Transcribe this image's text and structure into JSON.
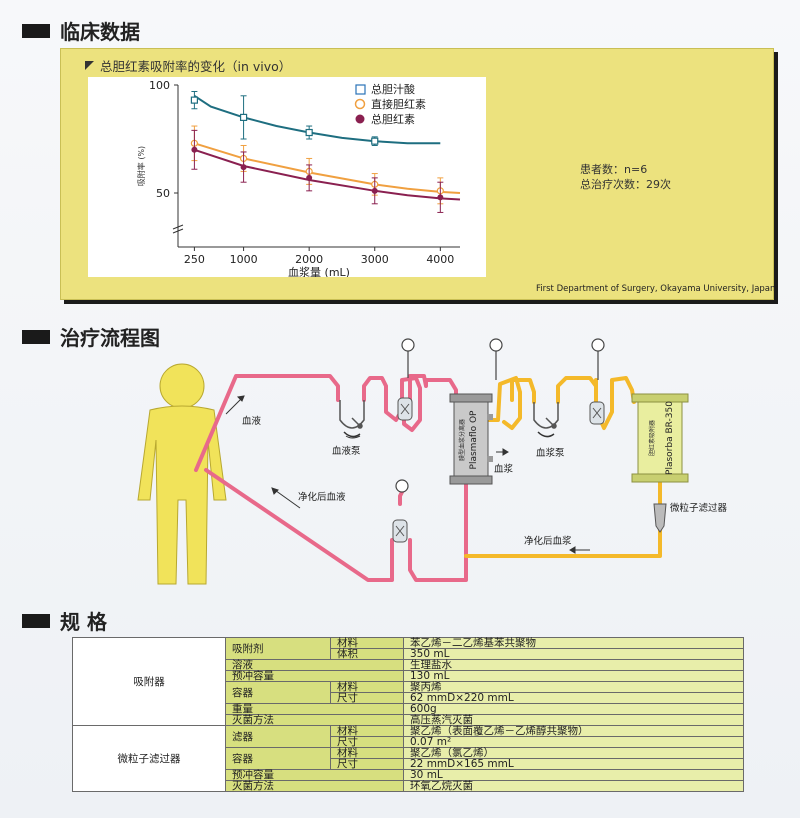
{
  "sections": {
    "clinical_title": "临床数据",
    "flow_title": "治疗流程图",
    "spec_title": "规  格"
  },
  "chart_title": "总胆红素吸附率的变化（in vivo）",
  "chart_data": {
    "type": "line",
    "title": "总胆红素吸附率的变化（in vivo）",
    "xlabel": "血浆量 (mL)",
    "ylabel": "吸附率 (%)",
    "x_ticks": [
      250,
      1000,
      2000,
      3000,
      4000
    ],
    "y_ticks": [
      50,
      100
    ],
    "xlim": [
      0,
      4300
    ],
    "ylim": [
      25,
      100
    ],
    "legend_position": "top-center",
    "series": [
      {
        "name": "总胆汁酸",
        "marker": "square",
        "color": "#1e6e80",
        "points": [
          {
            "x": 250,
            "y": 93,
            "err": 4
          },
          {
            "x": 1000,
            "y": 85,
            "err": 10
          },
          {
            "x": 2000,
            "y": 78,
            "err": 3
          },
          {
            "x": 3000,
            "y": 74,
            "err": 2
          }
        ],
        "curve": [
          [
            250,
            95
          ],
          [
            500,
            90
          ],
          [
            1000,
            85
          ],
          [
            1500,
            81
          ],
          [
            2000,
            78
          ],
          [
            2500,
            75.5
          ],
          [
            3000,
            74
          ],
          [
            3500,
            73
          ],
          [
            4000,
            73
          ]
        ]
      },
      {
        "name": "直接胆红素",
        "marker": "circle-open",
        "color": "#f0a040",
        "points": [
          {
            "x": 250,
            "y": 73,
            "err": 8
          },
          {
            "x": 1000,
            "y": 66,
            "err": 6
          },
          {
            "x": 2000,
            "y": 60,
            "err": 6
          },
          {
            "x": 3000,
            "y": 54,
            "err": 5
          },
          {
            "x": 4000,
            "y": 51,
            "err": 6
          }
        ],
        "curve": [
          [
            250,
            73
          ],
          [
            1000,
            66
          ],
          [
            2000,
            59.5
          ],
          [
            3000,
            54
          ],
          [
            3500,
            52
          ],
          [
            4000,
            50.5
          ],
          [
            4300,
            50
          ]
        ]
      },
      {
        "name": "总胆红素",
        "marker": "circle-filled",
        "color": "#8a2050",
        "points": [
          {
            "x": 250,
            "y": 70,
            "err": 9
          },
          {
            "x": 1000,
            "y": 62,
            "err": 7
          },
          {
            "x": 2000,
            "y": 57,
            "err": 6
          },
          {
            "x": 3000,
            "y": 51,
            "err": 6
          },
          {
            "x": 4000,
            "y": 48,
            "err": 7
          }
        ],
        "curve": [
          [
            250,
            70
          ],
          [
            1000,
            62.5
          ],
          [
            2000,
            56
          ],
          [
            3000,
            51
          ],
          [
            3500,
            49
          ],
          [
            4000,
            47.5
          ],
          [
            4300,
            47
          ]
        ]
      }
    ]
  },
  "stats": {
    "patients": "患者数：n=6",
    "sessions": "总治疗次数：29次"
  },
  "credit": "First Department of Surgery, Okayama University, Japan",
  "flow": {
    "blood_label": "血液",
    "blood_pump": "血液泵",
    "plasma_label": "血浆",
    "plasma_pump": "血浆泵",
    "purified_blood": "净化后血液",
    "purified_plasma": "净化后血浆",
    "filter_label": "微粒子滤过器",
    "separator_name": "Plasmaflo OP",
    "separator_sub": "膜型血浆分离器",
    "adsorber_name": "Plasorba BR-350",
    "adsorber_sub": "胆红素吸附器",
    "colors": {
      "blood": "#e8698a",
      "plasma": "#f4b92a",
      "body": "#f1e35a"
    }
  },
  "spec": {
    "rows": [
      [
        "吸附器",
        "吸附剂",
        "材料",
        "苯乙烯－二乙烯基苯共聚物"
      ],
      [
        "",
        "",
        "体积",
        "350 mL"
      ],
      [
        "",
        "溶液",
        "",
        "生理盐水"
      ],
      [
        "",
        "预冲容量",
        "",
        "130 mL"
      ],
      [
        "",
        "容器",
        "材料",
        "聚丙烯"
      ],
      [
        "",
        "",
        "尺寸",
        "62 mmD×220 mmL"
      ],
      [
        "",
        "重量",
        "",
        "600g"
      ],
      [
        "",
        "灭菌方法",
        "",
        "高压蒸汽灭菌"
      ],
      [
        "微粒子滤过器",
        "滤器",
        "材料",
        "聚乙烯（表面覆乙烯－乙烯醇共聚物）"
      ],
      [
        "",
        "",
        "尺寸",
        "0.07 m²"
      ],
      [
        "",
        "容器",
        "材料",
        "聚乙烯（氯乙烯）"
      ],
      [
        "",
        "",
        "尺寸",
        "22 mmD×165 mmL"
      ],
      [
        "",
        "预冲容量",
        "",
        "30 mL"
      ],
      [
        "",
        "灭菌方法",
        "",
        "环氧乙烷灭菌"
      ]
    ]
  }
}
